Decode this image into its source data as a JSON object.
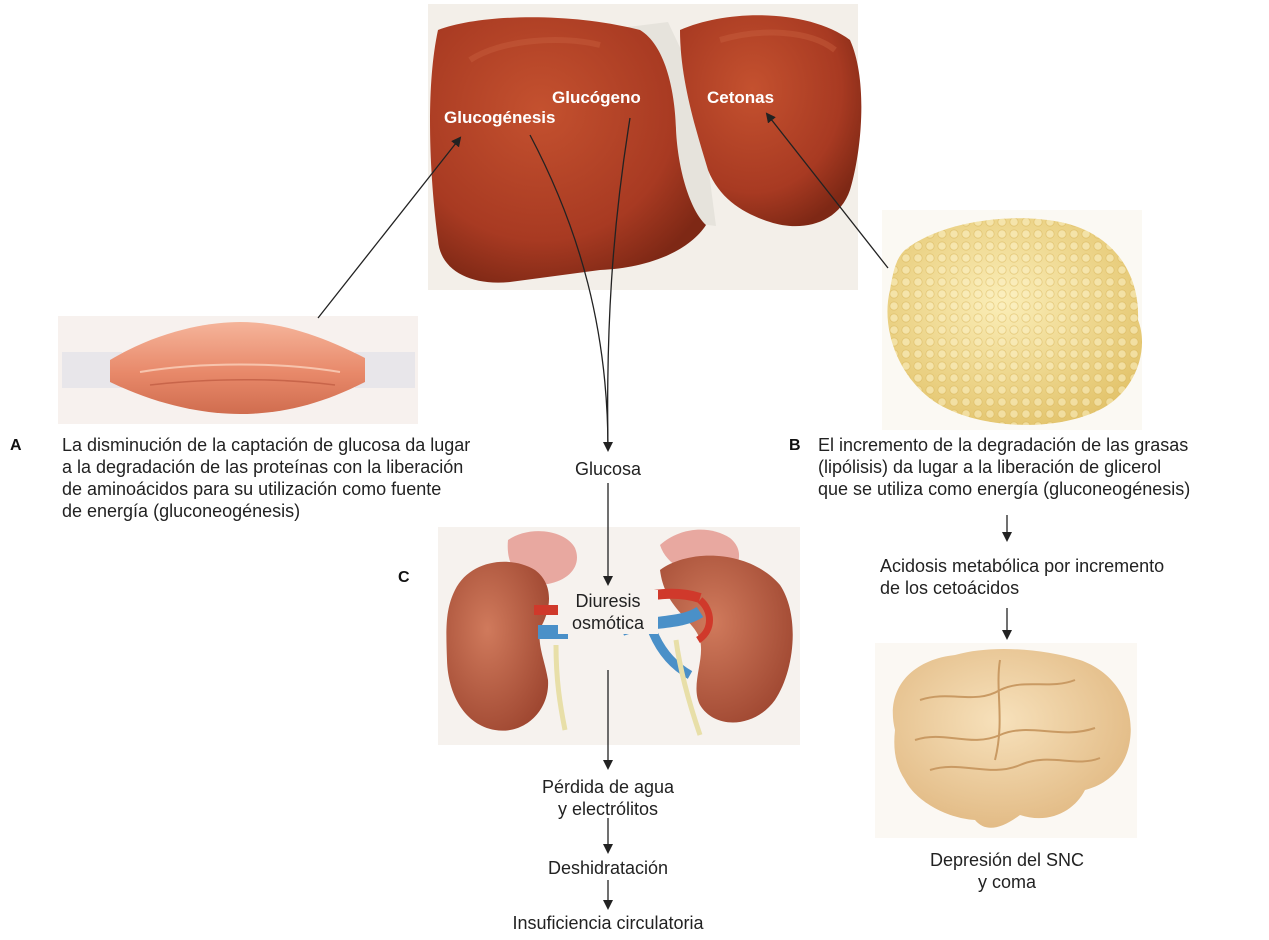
{
  "organs": {
    "liver": {
      "glucogenesis": "Glucogénesis",
      "glycogen": "Glucógeno",
      "ketones": "Cetonas"
    }
  },
  "panel_a": {
    "letter": "A",
    "lines": [
      "La disminución de la captación de glucosa da lugar",
      "a la degradación de las proteínas con la liberación",
      "de aminoácidos para su utilización como fuente",
      "de energía (gluconeogénesis)"
    ]
  },
  "panel_b": {
    "letter": "B",
    "lines": [
      "El incremento de la degradación de las grasas",
      "(lipólisis) da lugar a la liberación de glicerol",
      "que se utiliza como energía (gluconeogénesis)"
    ],
    "acidosis": [
      "Acidosis metabólica por incremento",
      "de los cetoácidos"
    ],
    "cns": [
      "Depresión del SNC",
      "y coma"
    ]
  },
  "panel_c": {
    "letter": "C",
    "glucose": "Glucosa",
    "diuresis": [
      "Diuresis",
      "osmótica"
    ],
    "water_loss": [
      "Pérdida de agua",
      "y electrólitos"
    ],
    "dehydration": "Deshidratación",
    "circulatory": "Insuficiencia circulatoria"
  },
  "colors": {
    "liver": "#a83a22",
    "muscle": "#e89574",
    "fat": "#f2dc8a",
    "kidney": "#b8563c",
    "brain": "#efcf9e",
    "vein_blue": "#4a90c8",
    "artery_red": "#d0392b"
  }
}
